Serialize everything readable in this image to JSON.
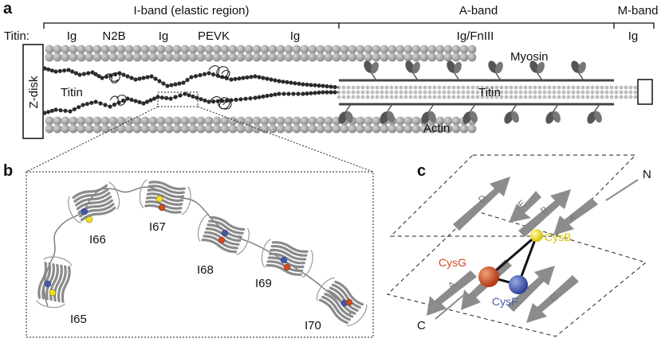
{
  "panels": {
    "a": {
      "letter": "a",
      "band_labels": [
        "I-band (elastic region)",
        "A-band",
        "M-band"
      ],
      "titin_prefix": "Titin:",
      "domain_labels": [
        "Ig",
        "N2B",
        "Ig",
        "PEVK",
        "Ig",
        "Ig/FnIII",
        "Ig"
      ],
      "zdisk_label": "Z-disk",
      "titin_label": "Titin",
      "titin_label_right": "Titin",
      "myosin_label": "Myosin",
      "actin_label": "Actin"
    },
    "b": {
      "letter": "b",
      "domains": [
        "I65",
        "I66",
        "I67",
        "I68",
        "I69",
        "I70"
      ]
    },
    "c": {
      "letter": "c",
      "terminus_n": "N",
      "terminus_c": "C",
      "cys_labels": [
        "CysB",
        "CysG",
        "CysF"
      ],
      "strands_top": [
        "D",
        "E",
        "B",
        "A'"
      ],
      "strands_bottom": [
        "A",
        "G",
        "F",
        "C"
      ]
    }
  },
  "colors": {
    "cys_b": "#f2e21a",
    "cys_g": "#d24a1e",
    "cys_f": "#4058b0",
    "cys_g_text": "#d24a1e",
    "cys_f_text": "#4a5ea8",
    "actin": "#9a9a9a",
    "titin": "#333333",
    "myosin": "#555555",
    "strand": "#8a8a8a"
  }
}
